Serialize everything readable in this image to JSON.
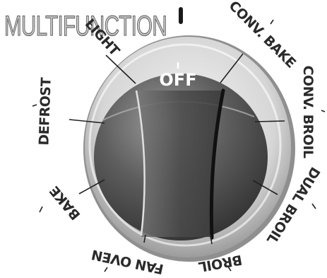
{
  "title": "MULTIFUNCTION",
  "center_label": "OFF",
  "dial_positions": [
    "LIGHT",
    "CONV. BAKE",
    "DEFROST",
    "CONV. BROIL",
    "BAKE",
    "DUAL BROIL",
    "FAN OVEN",
    "BROIL"
  ],
  "colors": {
    "knob_dark": "#3a3a3a",
    "knob_light": "#8a8a8a",
    "bezel": "#d9d9d9",
    "text": "#2a2a2a"
  }
}
